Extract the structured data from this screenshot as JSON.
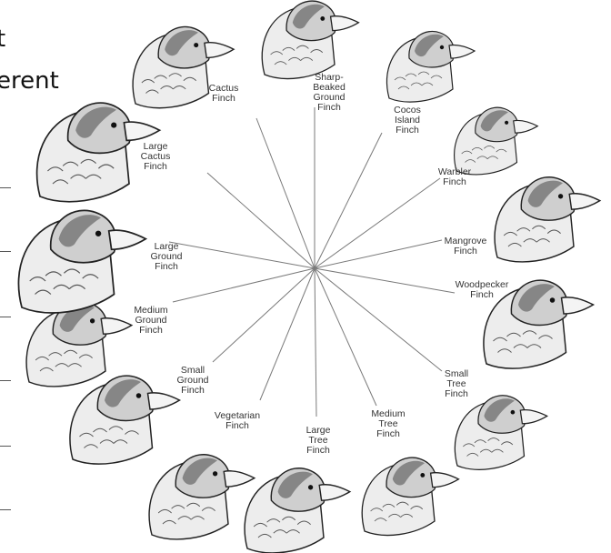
{
  "cut_text": [
    "t",
    "erent"
  ],
  "finches": [
    {
      "id": "cactus",
      "lines": [
        "Cactus",
        "Finch"
      ]
    },
    {
      "id": "sharp-beaked-ground",
      "lines": [
        "Sharp-",
        "Beaked",
        "Ground",
        "Finch"
      ]
    },
    {
      "id": "cocos-island",
      "lines": [
        "Cocos",
        "Island",
        "Finch"
      ]
    },
    {
      "id": "warbler",
      "lines": [
        "Warbler",
        "Finch"
      ]
    },
    {
      "id": "mangrove",
      "lines": [
        "Mangrove",
        "Finch"
      ]
    },
    {
      "id": "woodpecker",
      "lines": [
        "Woodpecker",
        "Finch"
      ]
    },
    {
      "id": "small-tree",
      "lines": [
        "Small",
        "Tree",
        "Finch"
      ]
    },
    {
      "id": "medium-tree",
      "lines": [
        "Medium",
        "Tree",
        "Finch"
      ]
    },
    {
      "id": "large-tree",
      "lines": [
        "Large",
        "Tree",
        "Finch"
      ]
    },
    {
      "id": "vegetarian",
      "lines": [
        "Vegetarian",
        "Finch"
      ]
    },
    {
      "id": "small-ground",
      "lines": [
        "Small",
        "Ground",
        "Finch"
      ]
    },
    {
      "id": "medium-ground",
      "lines": [
        "Medium",
        "Ground",
        "Finch"
      ]
    },
    {
      "id": "large-ground",
      "lines": [
        "Large",
        "Ground",
        "Finch"
      ]
    },
    {
      "id": "large-cactus",
      "lines": [
        "Large",
        "Cactus",
        "Finch"
      ]
    }
  ]
}
